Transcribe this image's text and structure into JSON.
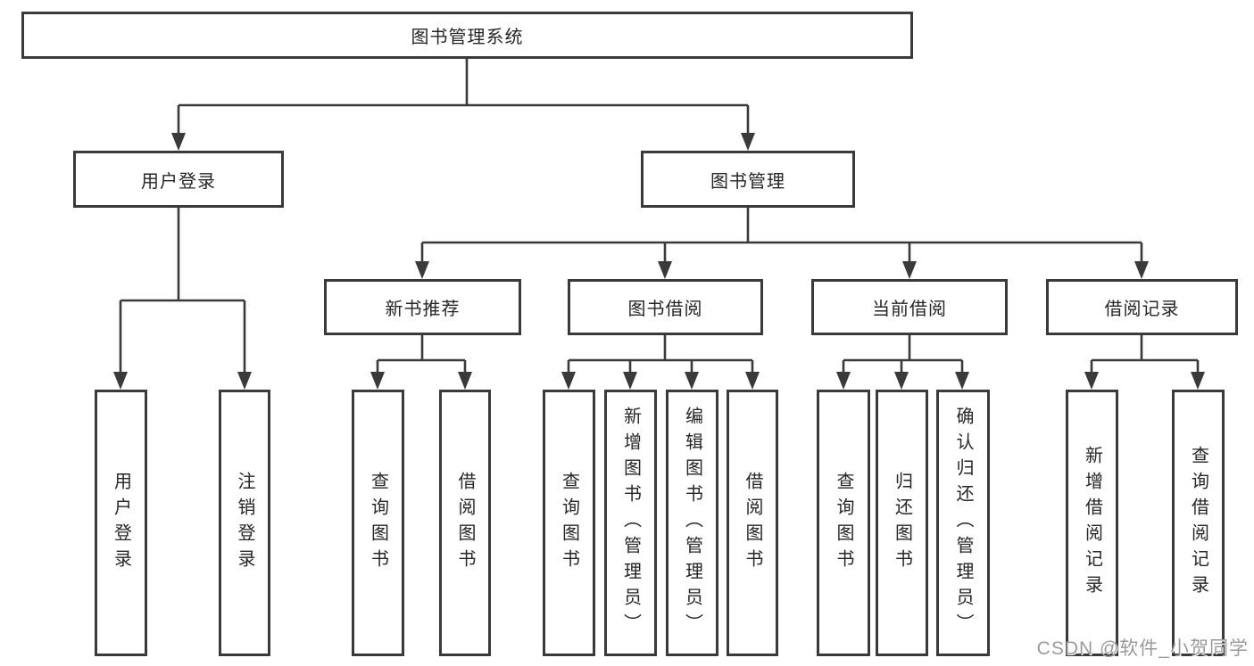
{
  "title": "图书管理系统功能结构图",
  "colors": {
    "line": "#3a3a3a",
    "text": "#262626",
    "watermark": "#9a9a9a",
    "background": "#ffffff"
  },
  "watermark": {
    "text": "CSDN @软件_小贺同学"
  },
  "tree": {
    "root": {
      "label": "图书管理系统"
    },
    "children": [
      {
        "label": "用户登录",
        "children": [
          {
            "label": "用户登录"
          },
          {
            "label": "注销登录"
          }
        ]
      },
      {
        "label": "图书管理",
        "children": [
          {
            "label": "新书推荐",
            "children": [
              {
                "label": "查询图书"
              },
              {
                "label": "借阅图书"
              }
            ]
          },
          {
            "label": "图书借阅",
            "children": [
              {
                "label": "查询图书"
              },
              {
                "label": "新增图书（管理员）"
              },
              {
                "label": "编辑图书（管理员）"
              },
              {
                "label": "借阅图书"
              }
            ]
          },
          {
            "label": "当前借阅",
            "children": [
              {
                "label": "查询图书"
              },
              {
                "label": "归还图书"
              },
              {
                "label": "确认归还（管理员）"
              }
            ]
          },
          {
            "label": "借阅记录",
            "children": [
              {
                "label": "新增借阅记录"
              },
              {
                "label": "查询借阅记录"
              }
            ]
          }
        ]
      }
    ]
  }
}
